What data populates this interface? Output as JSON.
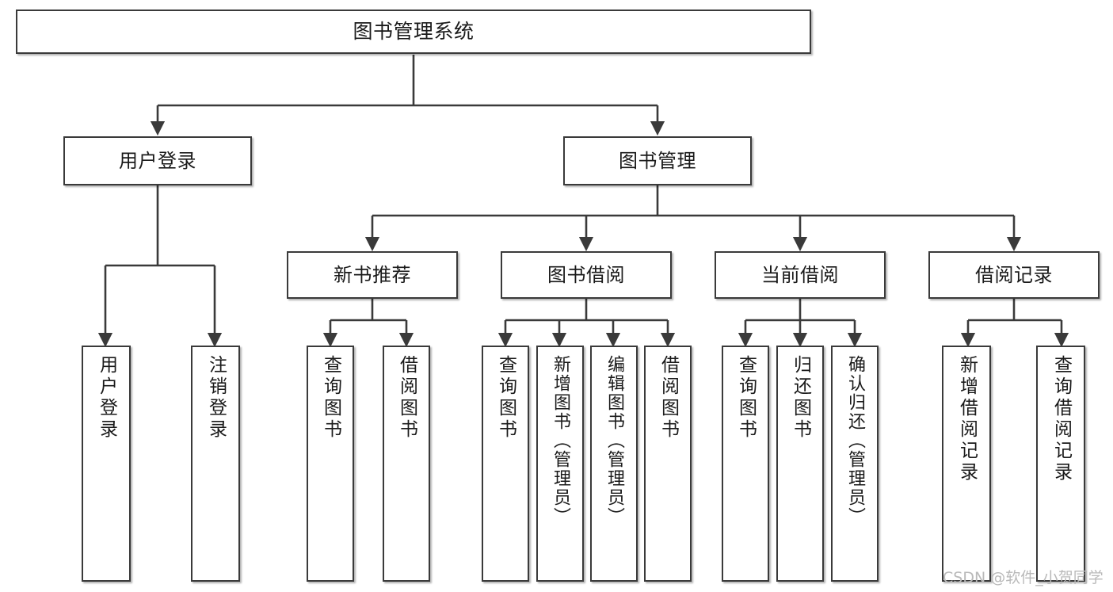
{
  "diagram": {
    "title": "图书管理系统",
    "type": "tree-hierarchy-diagram",
    "colors": {
      "node_border": "#3a3a3a",
      "node_fill": "#ffffff",
      "edge": "#3a3a3a",
      "watermark": "#b9b9b9",
      "background": "#ffffff"
    },
    "watermark": "CSDN @软件_小贺同学",
    "nodes": {
      "root": {
        "label": "图书管理系统"
      },
      "level2": [
        {
          "id": "user-login",
          "label": "用户登录"
        },
        {
          "id": "book-management",
          "label": "图书管理"
        }
      ],
      "level3": [
        {
          "id": "new-book-recommend",
          "label": "新书推荐"
        },
        {
          "id": "book-borrow",
          "label": "图书借阅"
        },
        {
          "id": "current-borrow",
          "label": "当前借阅"
        },
        {
          "id": "borrow-record",
          "label": "借阅记录"
        }
      ],
      "leaves": {
        "user-login": [
          {
            "id": "leaf-user-login",
            "label": "用户登录"
          },
          {
            "id": "leaf-logout-login",
            "label": "注销登录"
          }
        ],
        "new-book-recommend": [
          {
            "id": "leaf-query-book-1",
            "label": "查询图书"
          },
          {
            "id": "leaf-borrow-book-1",
            "label": "借阅图书"
          }
        ],
        "book-borrow": [
          {
            "id": "leaf-query-book-2",
            "label": "查询图书"
          },
          {
            "id": "leaf-add-book-admin",
            "label": "新增图书（管理员）"
          },
          {
            "id": "leaf-edit-book-admin",
            "label": "编辑图书（管理员）"
          },
          {
            "id": "leaf-borrow-book-2",
            "label": "借阅图书"
          }
        ],
        "current-borrow": [
          {
            "id": "leaf-query-book-3",
            "label": "查询图书"
          },
          {
            "id": "leaf-return-book",
            "label": "归还图书"
          },
          {
            "id": "leaf-confirm-return-admin",
            "label": "确认归还（管理员）"
          }
        ],
        "borrow-record": [
          {
            "id": "leaf-add-borrow-record",
            "label": "新增借阅记录"
          },
          {
            "id": "leaf-query-borrow-record",
            "label": "查询借阅记录"
          }
        ]
      }
    }
  }
}
